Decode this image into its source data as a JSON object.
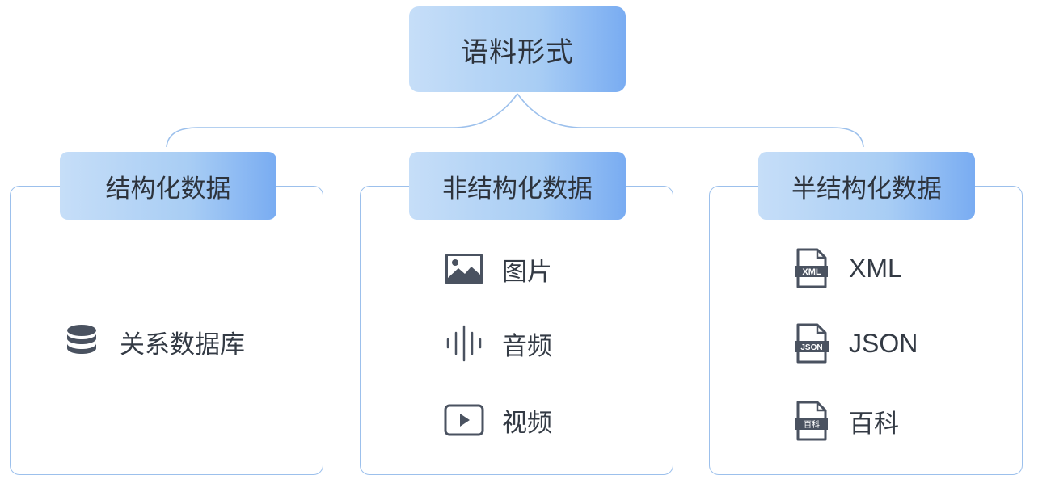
{
  "root": {
    "label": "语料形式"
  },
  "categories": [
    {
      "label": "结构化数据",
      "items": [
        {
          "label": "关系数据库",
          "icon": "database-icon"
        }
      ]
    },
    {
      "label": "非结构化数据",
      "items": [
        {
          "label": "图片",
          "icon": "image-icon"
        },
        {
          "label": "音频",
          "icon": "audio-waveform-icon"
        },
        {
          "label": "视频",
          "icon": "video-play-icon"
        }
      ]
    },
    {
      "label": "半结构化数据",
      "items": [
        {
          "label": "XML",
          "icon": "xml-file-icon",
          "icon_text": "XML"
        },
        {
          "label": "JSON",
          "icon": "json-file-icon",
          "icon_text": "JSON"
        },
        {
          "label": "百科",
          "icon": "encyclopedia-file-icon",
          "icon_text": "百科"
        }
      ]
    }
  ],
  "colors": {
    "node_gradient_start": "#c6def8",
    "node_gradient_end": "#79acf2",
    "border": "#9cc0ec",
    "icon": "#4a5260",
    "text": "#333a44"
  }
}
